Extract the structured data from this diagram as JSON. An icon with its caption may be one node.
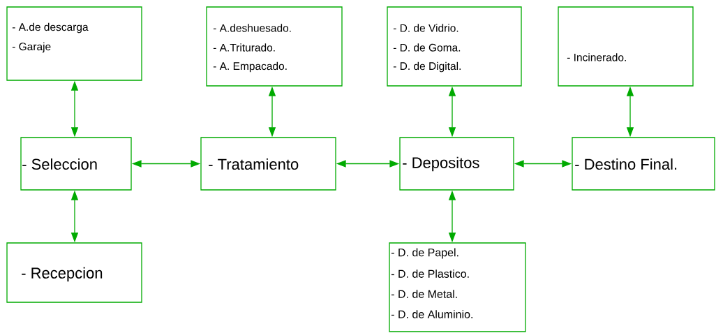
{
  "diagram": {
    "nodes": [
      {
        "text": [
          "- A.de descarga",
          "- Garaje"
        ]
      },
      {
        "text": [
          "- A.deshuesado.",
          "- A.Triturado.",
          "- A. Empacado."
        ]
      },
      {
        "text": [
          "- D. de Vidrio.",
          "- D. de Goma.",
          "- D. de  Digital."
        ]
      },
      {
        "text": [
          "- Incinerado."
        ]
      },
      {
        "text": [
          "- Seleccion"
        ]
      },
      {
        "text": [
          "- Tratamiento"
        ]
      },
      {
        "text": [
          "- Depositos"
        ]
      },
      {
        "text": [
          "- Destino Final."
        ]
      },
      {
        "text": [
          "- Recepcion"
        ]
      },
      {
        "text": [
          "- D. de Papel.",
          "- D. de Plastico.",
          "- D. de Metal.",
          "- D. de Aluminio."
        ]
      }
    ],
    "edges": [
      {
        "from": 0,
        "to": 4,
        "arrow": "both"
      },
      {
        "from": 1,
        "to": 5,
        "arrow": "both"
      },
      {
        "from": 2,
        "to": 6,
        "arrow": "both"
      },
      {
        "from": 3,
        "to": 7,
        "arrow": "both"
      },
      {
        "from": 4,
        "to": 5,
        "arrow": "both"
      },
      {
        "from": 5,
        "to": 6,
        "arrow": "both"
      },
      {
        "from": 6,
        "to": 7,
        "arrow": "both"
      },
      {
        "from": 4,
        "to": 8,
        "arrow": "both"
      },
      {
        "from": 6,
        "to": 9,
        "arrow": "both"
      }
    ]
  }
}
